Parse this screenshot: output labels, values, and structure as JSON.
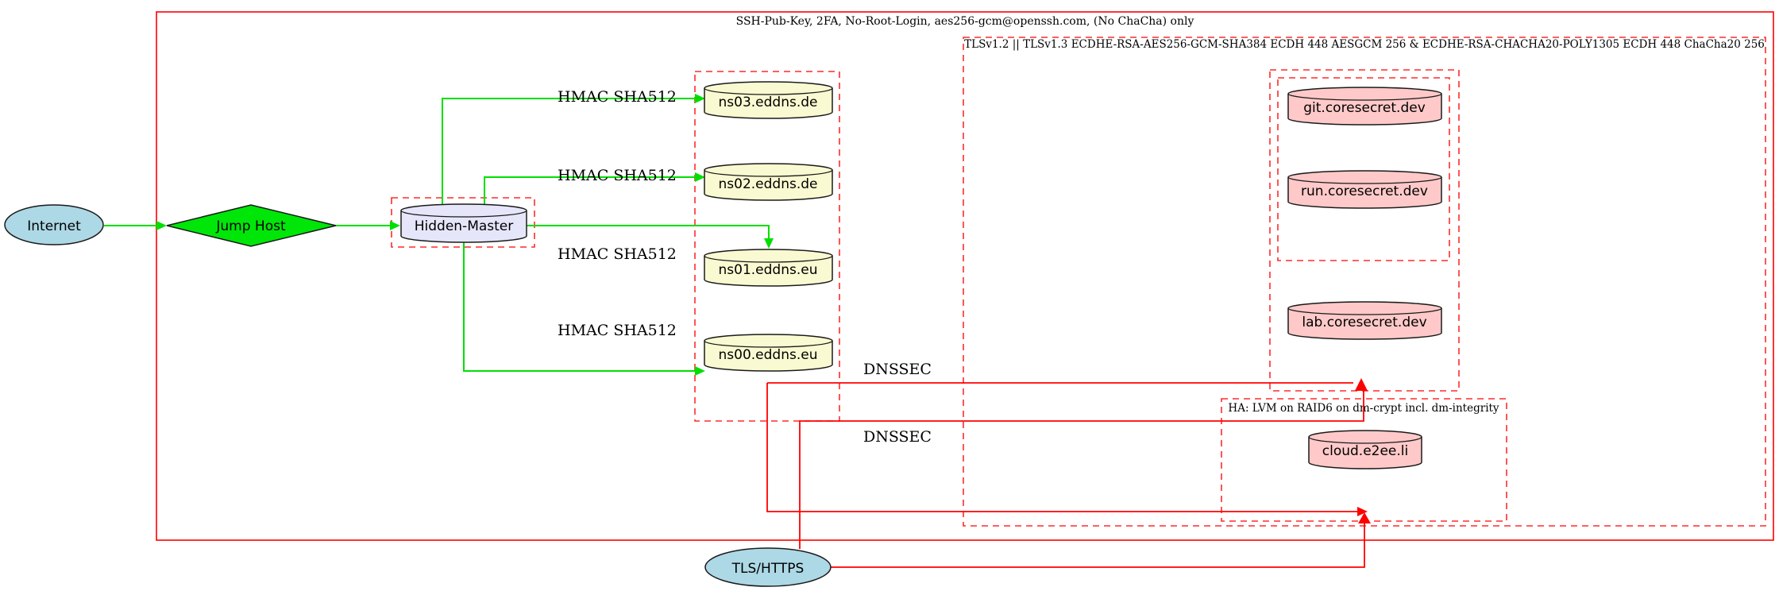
{
  "diagram": {
    "clusters": {
      "ssh": {
        "label": "SSH-Pub-Key, 2FA, No-Root-Login, aes256-gcm@openssh.com, (No ChaCha) only"
      },
      "tls": {
        "label": "TLSv1.2 || TLSv1.3 ECDHE-RSA-AES256-GCM-SHA384 ECDH 448 AESGCM 256 & ECDHE-RSA-CHACHA20-POLY1305 ECDH 448 ChaCha20 256"
      },
      "ha": {
        "label": "HA: LVM on RAID6 on dm-crypt incl. dm-integrity"
      }
    },
    "nodes": {
      "internet": {
        "label": "Internet"
      },
      "jump_host": {
        "label": "Jump Host"
      },
      "hidden_master": {
        "label": "Hidden-Master"
      },
      "ns03": {
        "label": "ns03.eddns.de"
      },
      "ns02": {
        "label": "ns02.eddns.de"
      },
      "ns01": {
        "label": "ns01.eddns.eu"
      },
      "ns00": {
        "label": "ns00.eddns.eu"
      },
      "git": {
        "label": "git.coresecret.dev"
      },
      "run": {
        "label": "run.coresecret.dev"
      },
      "lab": {
        "label": "lab.coresecret.dev"
      },
      "cloud": {
        "label": "cloud.e2ee.li"
      },
      "tls_https": {
        "label": "TLS/HTTPS"
      }
    },
    "edge_labels": {
      "hmac_ns03": "HMAC SHA512",
      "hmac_ns02": "HMAC SHA512",
      "hmac_ns01": "HMAC SHA512",
      "hmac_ns00": "HMAC SHA512",
      "dnssec_coresecret": "DNSSEC",
      "dnssec_cloud": "DNSSEC"
    },
    "colors": {
      "secure_edge_green": "#00e000",
      "tls_edge_red": "#ff0000",
      "cluster_border_red": "#ff2b2b",
      "internet_fill": "#add8e6",
      "tls_https_fill": "#add8e6",
      "jump_host_fill": "#00e608",
      "hidden_master_fill": "#e6e6fa",
      "ns_fill": "#fafad2",
      "core_fill": "#ffc9c9"
    }
  }
}
